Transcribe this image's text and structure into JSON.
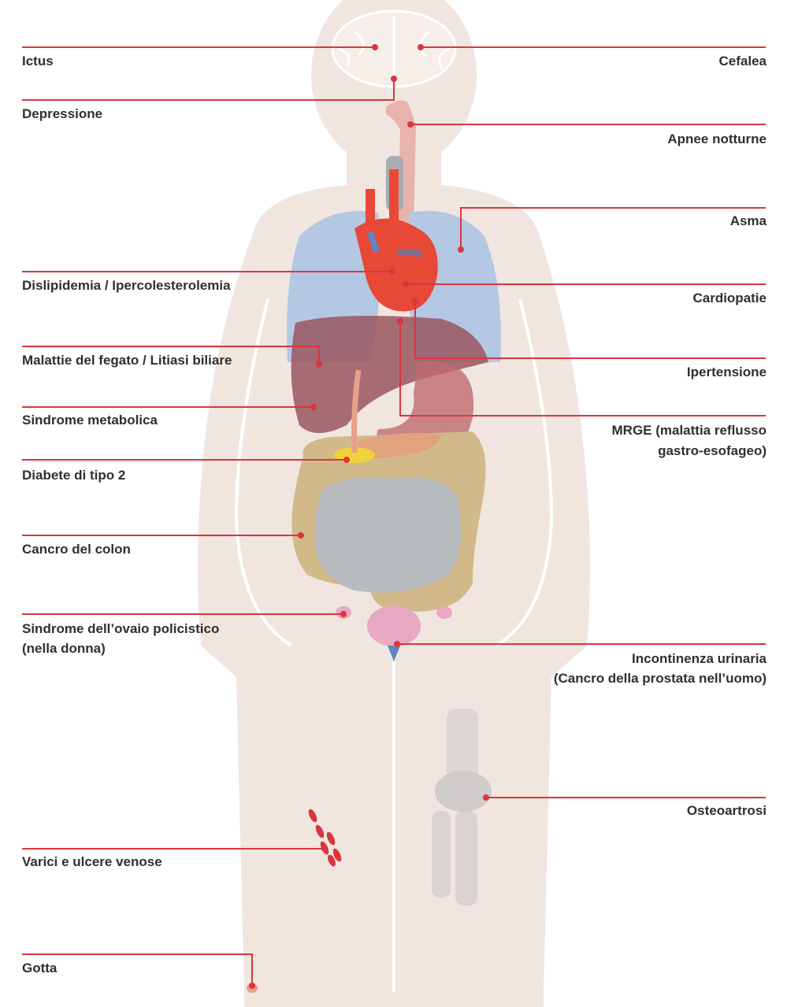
{
  "colors": {
    "background": "#ffffff",
    "body": "#f1e5e0",
    "leader_line": "#d9363e",
    "text": "#2f2f2f",
    "lungs": "#b4c8e3",
    "heart": "#e84836",
    "liver": "#9a5660",
    "stomach": "#c06b6e",
    "intestine": "#b9bcc0",
    "colon": "#d2b98a",
    "pancreas": "#e0a37d",
    "gallbladder": "#f2d23c"
  },
  "labels": {
    "ictus": "Ictus",
    "cefalea": "Cefalea",
    "depressione": "Depressione",
    "apnee": "Apnee notturne",
    "asma": "Asma",
    "dislipidemia": "Dislipidemia / Ipercolesterolemia",
    "cardiopatie": "Cardiopatie",
    "fegato": "Malattie del fegato / Litiasi biliare",
    "ipertensione": "Ipertensione",
    "sindrome_metabolica": "Sindrome metabolica",
    "mrge_line1": "MRGE (malattia reflusso",
    "mrge_line2": "gastro-esofageo)",
    "diabete": "Diabete di tipo 2",
    "cancro_colon": "Cancro del colon",
    "ovaio_line1": "Sindrome dell’ovaio policistico",
    "ovaio_line2": "(nella donna)",
    "incontinenza_line1": "Incontinenza urinaria",
    "incontinenza_line2": "(Cancro della prostata nell’uomo)",
    "osteoartrosi": "Osteoartrosi",
    "varici": "Varici e ulcere venose",
    "gotta": "Gotta"
  }
}
